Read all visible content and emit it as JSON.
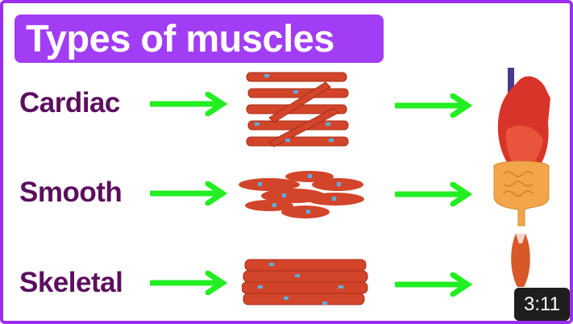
{
  "title": "Types of muscles",
  "rows": [
    {
      "label": "Cardiac",
      "tissue": "cardiac-muscle-tissue",
      "organ": "heart"
    },
    {
      "label": "Smooth",
      "tissue": "smooth-muscle-tissue",
      "organ": "intestine"
    },
    {
      "label": "Skeletal",
      "tissue": "skeletal-muscle-tissue",
      "organ": "skeletal-muscle"
    }
  ],
  "duration": "3:11",
  "colors": {
    "frame": "#9a2ef0",
    "title_bg": "#a23df6",
    "label": "#5c0f5e",
    "arrow": "#22ee22",
    "muscle": "#d2452a",
    "nucleus": "#5aaee0"
  }
}
